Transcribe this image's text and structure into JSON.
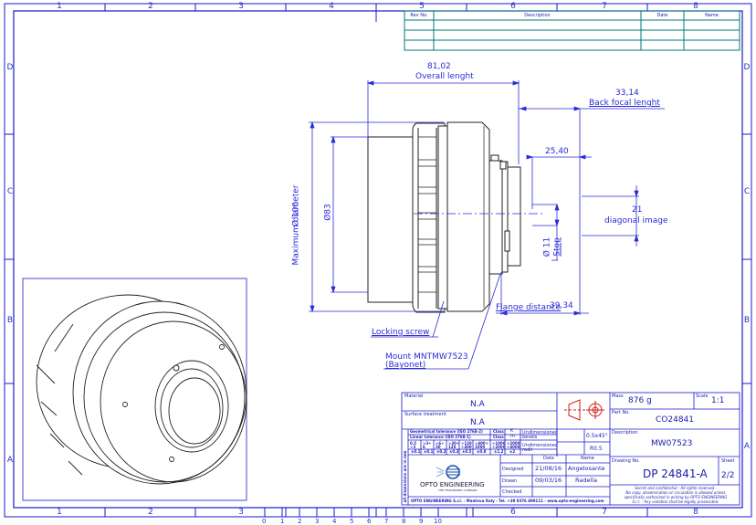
{
  "sheet": {
    "column_zones": [
      "1",
      "2",
      "3",
      "4",
      "5",
      "6",
      "7",
      "8"
    ],
    "row_zones": [
      "D",
      "C",
      "B",
      "A"
    ],
    "scale_bar_ticks": [
      "0",
      "1",
      "2",
      "3",
      "4",
      "5",
      "6",
      "7",
      "8",
      "9",
      "10"
    ],
    "line_color": "#1a1acc",
    "revision_table_color": "#007a7a"
  },
  "revision_table": {
    "headers": [
      "Rev No.",
      "Description",
      "Date",
      "Name"
    ],
    "rows": [
      [
        "",
        "",
        "",
        ""
      ],
      [
        "",
        "",
        "",
        ""
      ],
      [
        "",
        "",
        "",
        ""
      ]
    ]
  },
  "dimensions": {
    "overall_length": {
      "value": "81,02",
      "label": "Overall lenght"
    },
    "back_focal_length": {
      "value": "33,14",
      "label": "Back focal lenght"
    },
    "stop_distance": {
      "value": "25,40"
    },
    "diagonal_image": {
      "value": "21",
      "label": "diagonal image"
    },
    "max_diameter": {
      "value": "Ø 100",
      "label": "Maximum diameter"
    },
    "inner_diameter": {
      "value": "Ø83"
    },
    "stop": {
      "value": "Ø 11",
      "label": "Stop"
    },
    "flange_distance": {
      "value": "39,34",
      "label": "Flange distance"
    }
  },
  "callouts": {
    "locking_screw": "Locking screw",
    "mount_line1": "Mount MNTMW7523",
    "mount_line2": "(Bayonet)"
  },
  "title_block": {
    "material_label": "Material",
    "material_value": "N.A",
    "surface_label": "Surface treatment",
    "surface_value": "N.A",
    "geom_tol_label": "Geometrical tolerance (ISO 2768-2)",
    "linear_tol_label": "Linear tolerance (ISO 2768-1)",
    "class_label": "Class",
    "class_geom": "K",
    "class_linear": "m",
    "tol_vertical_label": "all dimensions are in mm",
    "tolerance_ranges": [
      "0.5\n÷3",
      ">3÷\n6",
      ">6÷\n30",
      ">30÷\n120",
      ">120\n÷400",
      ">400÷\n1000",
      ">1000\n÷2000",
      ">2000\n÷4000"
    ],
    "tolerance_values": [
      "±0.1",
      "±0.1",
      "±0.2",
      "±0.3",
      "±0.5",
      "±0.8",
      "±1.2",
      "±2"
    ],
    "undim_bevels_label": "Undimensioned bevels",
    "undim_bevels_value": "0.5x45°",
    "undim_radii_label": "Undimensioned radii",
    "undim_radii_value": "R0.5",
    "date_header": "Date",
    "name_header": "Name",
    "designed_label": "Designed",
    "designed_date": "21/08/16",
    "designed_name": "Angelosante",
    "drawn_label": "Drawn",
    "drawn_date": "09/03/16",
    "drawn_name": "Radella",
    "checked_label": "Checked",
    "checked_date": "",
    "checked_name": "",
    "company_name": "OPTO ENGINEERING",
    "company_tagline": "THE TELECENTRIC COMPANY",
    "company_footer": "OPTO ENGINEERING S.r.l. - Mantova Italy - Tel. +39 0376 699111 - www.opto-engineering.com",
    "mass_label": "Mass",
    "mass_value": "876 g",
    "scale_label": "Scale",
    "scale_value": "1:1",
    "part_no_label": "Part No.",
    "part_no_value": "CO24841",
    "description_label": "Description",
    "description_value": "MW07523",
    "drawing_no_label": "Drawing No.",
    "drawing_no_value": "DP 24841-A",
    "sheet_label": "Sheet",
    "sheet_value": "2/2",
    "confidential_line1": "Secret and confidential - All rights reserved -",
    "confidential_line2": "No copy, dissemination or circulation is allowed unless",
    "confidential_line3": "specifically authorized in writing by OPTO ENGINEERING",
    "confidential_line4": "S.r.l. - Any violation shall be legally prosecuted."
  }
}
